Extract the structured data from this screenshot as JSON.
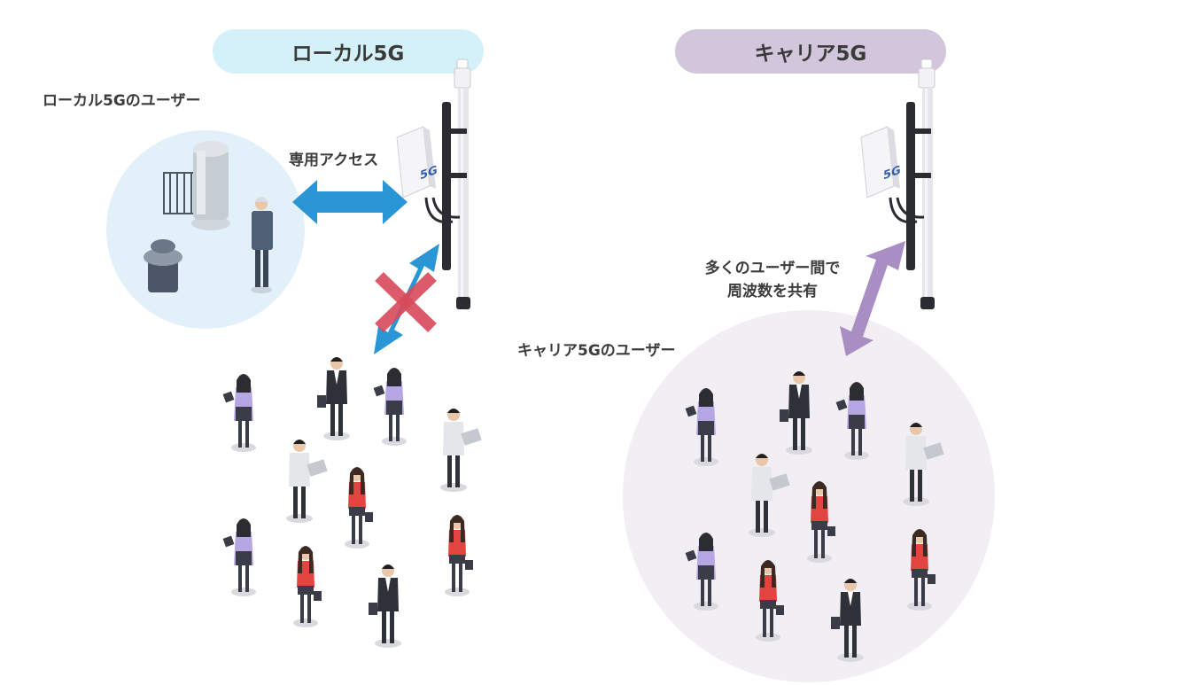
{
  "local": {
    "header": "ローカル5G",
    "users_label": "ローカル5Gのユーザー",
    "access_label": "専用アクセス",
    "antenna_text": "5G"
  },
  "carrier": {
    "header": "キャリア5G",
    "users_label": "キャリア5Gのユーザー",
    "share_line1": "多くのユーザー間で",
    "share_line2": "周波数を共有",
    "antenna_text": "5G"
  },
  "colors": {
    "local_pill": "#d4f0f8",
    "carrier_pill": "#d2c6dc",
    "factory_circle": "#e2f1f9",
    "crowd_circle": "#f1eff4",
    "access_arrow": "#2b96d6",
    "share_arrow": "#a98ec4",
    "block_cross": "#d84a5a"
  }
}
